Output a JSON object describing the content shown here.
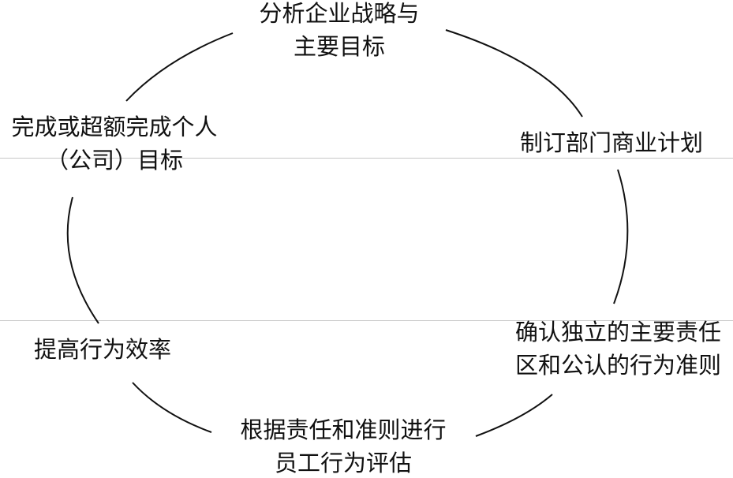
{
  "cycle": {
    "nodes": [
      {
        "lines": [
          "分析企业战略与",
          "主要目标"
        ]
      },
      {
        "lines": [
          "制订部门商业计划"
        ]
      },
      {
        "lines": [
          "确认独立的主要责任",
          "区和公认的行为准则"
        ]
      },
      {
        "lines": [
          "根据责任和准则进行",
          "员工行为评估"
        ]
      },
      {
        "lines": [
          "提高行为效率"
        ]
      },
      {
        "lines": [
          "完成或超额完成个人",
          "（公司）目标"
        ]
      }
    ]
  },
  "colors": {
    "stroke": "#111111",
    "guide_line": "#c8c8c8"
  }
}
